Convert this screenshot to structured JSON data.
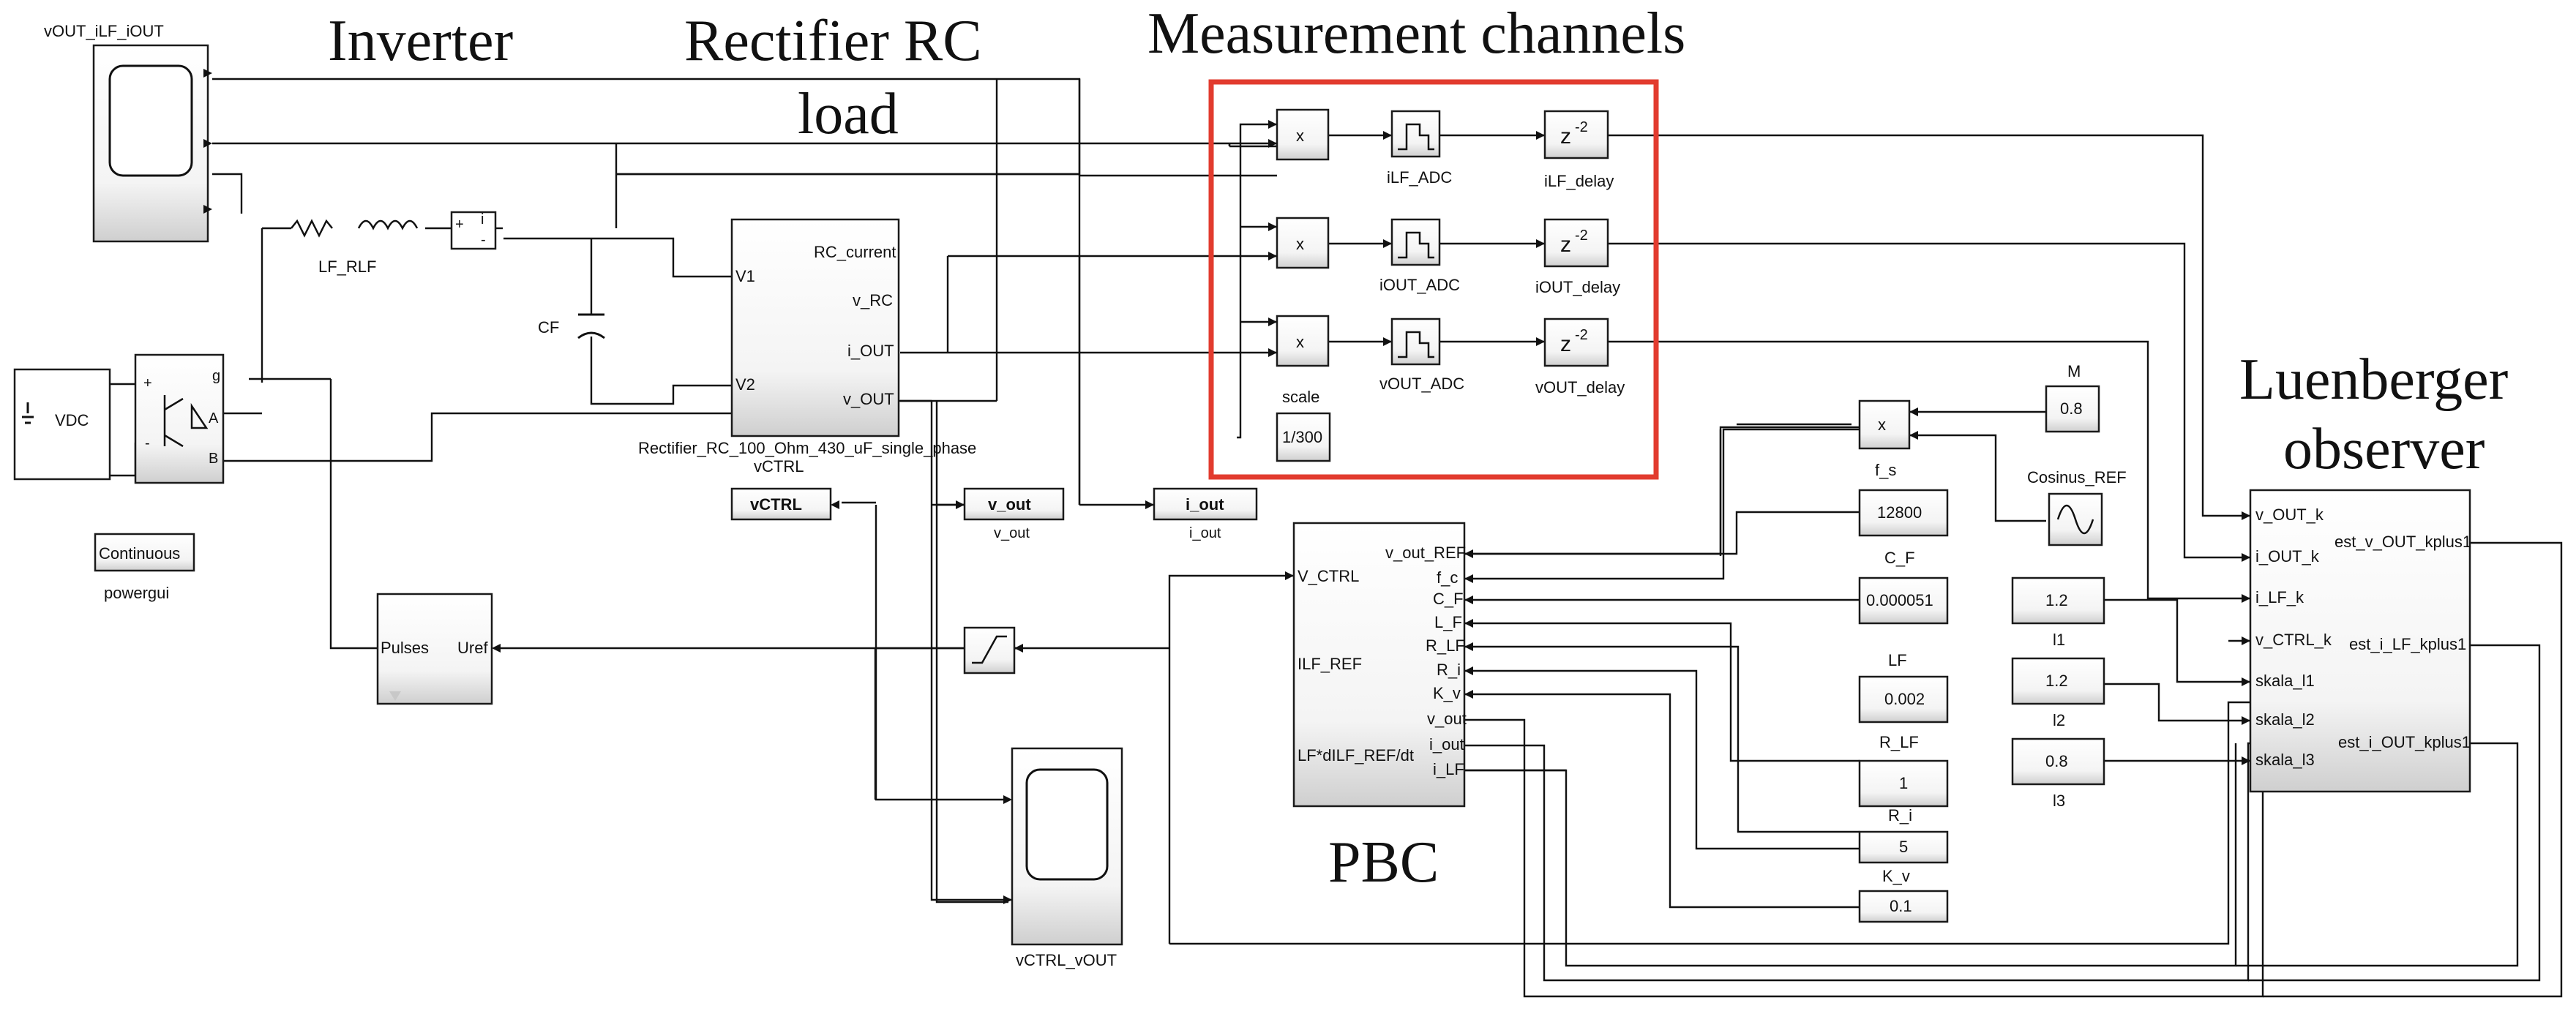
{
  "titles": {
    "inverter": "Inverter",
    "rectifier_line1": "Rectifier RC",
    "rectifier_line2": "load",
    "measurement": "Measurement channels",
    "observer_line1": "Luenberger",
    "observer_line2": "observer",
    "pbc": "PBC"
  },
  "scopes": {
    "top": "vOUT_iLF_iOUT",
    "bottom": "vCTRL_vOUT"
  },
  "power": {
    "vdc": "VDC",
    "lf_rlf": "LF_RLF",
    "cf": "CF",
    "powergui_mode": "Continuous",
    "powergui": "powergui",
    "bridge_ports": {
      "g": "g",
      "a": "A",
      "b": "B"
    },
    "sensor_ports": {
      "plus": "+",
      "minus": "-",
      "i": "i"
    }
  },
  "rectifier": {
    "name": "Rectifier_RC_100_Ohm_430_uF_single_phase",
    "ports_in": [
      "V1",
      "V2"
    ],
    "ports_out": [
      "RC_current",
      "v_RC",
      "i_OUT",
      "v_OUT"
    ]
  },
  "gotos": {
    "vctrl_label": "vCTRL",
    "vctrl_block": "vCTRL",
    "v_out_block": "v_out",
    "v_out_label": "v_out",
    "i_out_block": "i_out",
    "i_out_label": "i_out"
  },
  "pwm": {
    "ports": [
      "Pulses",
      "Uref"
    ]
  },
  "measurement": {
    "mult": "x",
    "channels": [
      {
        "adc": "iLF_ADC",
        "delay": "iLF_delay"
      },
      {
        "adc": "iOUT_ADC",
        "delay": "iOUT_delay"
      },
      {
        "adc": "vOUT_ADC",
        "delay": "vOUT_delay"
      }
    ],
    "delay_symbol": "z",
    "delay_exp": "-2",
    "scale_label": "scale",
    "scale_value": "1/300"
  },
  "pbc": {
    "inputs": [
      "V_CTRL",
      "ILF_REF",
      "LF*dILF_REF/dt"
    ],
    "ports": [
      "v_out_REF",
      "f_c",
      "C_F",
      "L_F",
      "R_LF",
      "R_i",
      "K_v",
      "v_out",
      "i_out",
      "i_LF"
    ]
  },
  "constants": [
    {
      "label": "f_s",
      "value": "12800"
    },
    {
      "label": "C_F",
      "value": "0.000051"
    },
    {
      "label": "LF",
      "value": "0.002"
    },
    {
      "label": "R_LF",
      "value": "1"
    },
    {
      "label": "R_i",
      "value": "5"
    },
    {
      "label": "K_v",
      "value": "0.1"
    }
  ],
  "reference": {
    "m_label": "M",
    "m_value": "0.8",
    "mult": "x",
    "cos_label": "Cosinus_REF"
  },
  "gains": [
    {
      "label": "l1",
      "value": "1.2"
    },
    {
      "label": "l2",
      "value": "1.2"
    },
    {
      "label": "l3",
      "value": "0.8"
    }
  ],
  "observer": {
    "inputs": [
      "v_OUT_k",
      "i_OUT_k",
      "i_LF_k",
      "v_CTRL_k",
      "skala_l1",
      "skala_l2",
      "skala_l3"
    ],
    "outputs": [
      "est_v_OUT_kplus1",
      "est_i_LF_kplus1",
      "est_i_OUT_kplus1"
    ]
  },
  "colors": {
    "highlight": "#e23b2e",
    "powergui_text": "#2b2bb0"
  }
}
